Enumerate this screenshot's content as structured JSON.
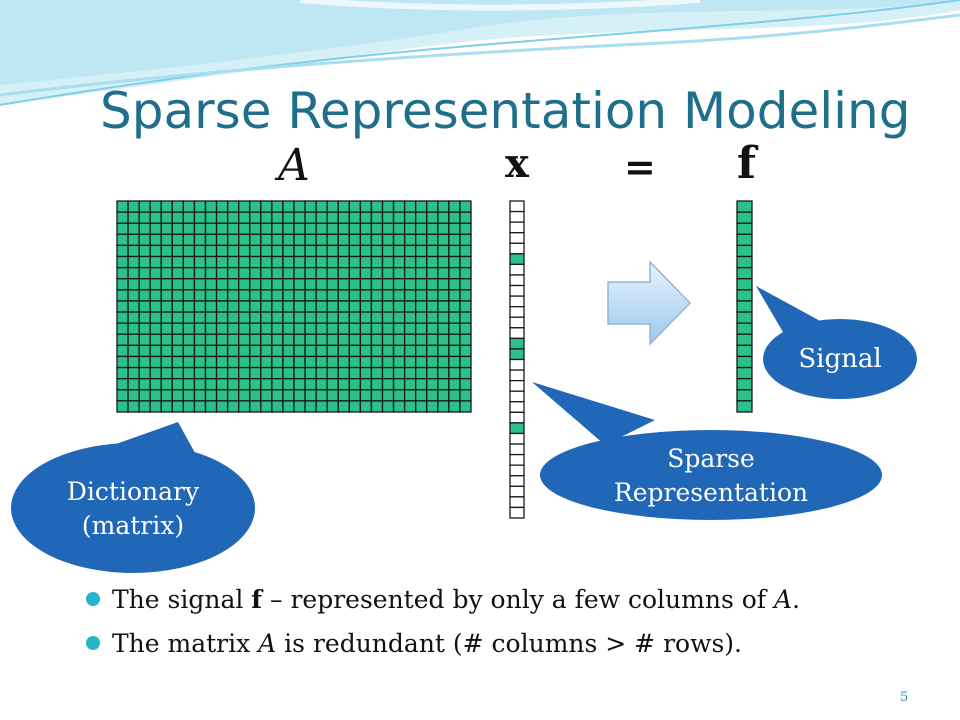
{
  "slide": {
    "title": "Sparse Representation Modeling",
    "page_number": "5"
  },
  "equation": {
    "matrix_symbol": "A",
    "vector_symbol": "x",
    "equals_symbol": "=",
    "signal_symbol": "f"
  },
  "matrix": {
    "rows": 19,
    "cols": 32,
    "color": "#2cc08a"
  },
  "sparse_vector": {
    "length": 30,
    "nonzero_indices": [
      5,
      13,
      14,
      21
    ],
    "nonzero_color": "#2cc08a"
  },
  "signal_vector": {
    "length": 19,
    "color": "#2cc08a"
  },
  "callouts": {
    "dictionary_line1": "Dictionary",
    "dictionary_line2": "(matrix)",
    "sparse_line1": "Sparse",
    "sparse_line2": "Representation",
    "signal": "Signal",
    "bubble_color": "#2067b7"
  },
  "bullets": {
    "b1_pre": "The signal ",
    "b1_bold": "f",
    "b1_mid": " – represented by only a few columns of ",
    "b1_italic": "A",
    "b1_post": ".",
    "b2_pre": "The matrix ",
    "b2_italic": "A",
    "b2_post": " is redundant (# columns > # rows)."
  },
  "colors": {
    "title": "#1f6e8c",
    "bullet": "#27b4c8",
    "wave": "#a9dfee"
  }
}
